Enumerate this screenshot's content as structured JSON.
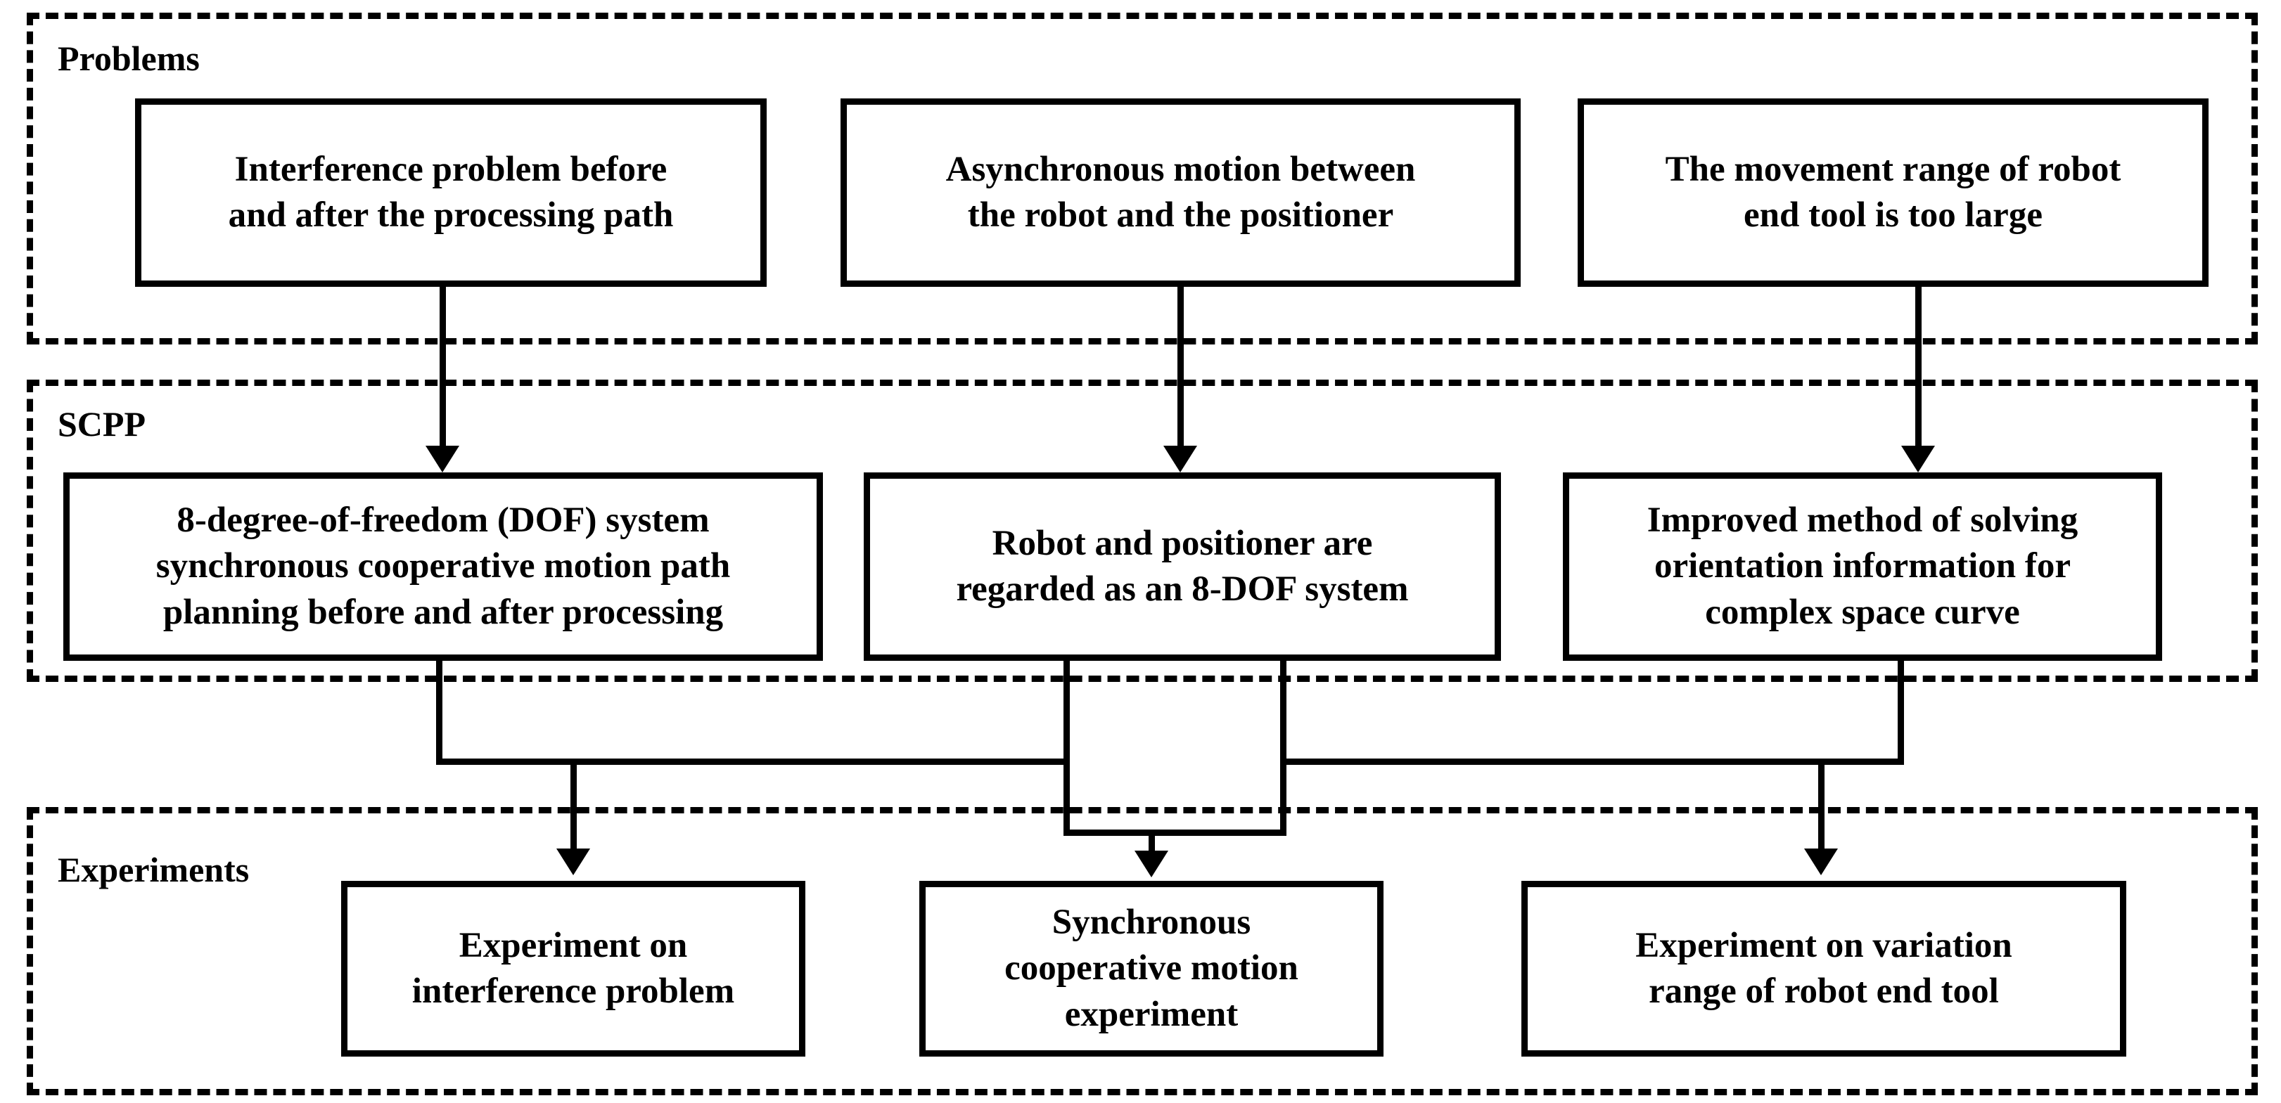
{
  "diagram": {
    "title": "Research framework flowchart: Problems, SCPP, Experiments",
    "line_color": "#000000",
    "background": "#ffffff",
    "groups": [
      {
        "id": "problems",
        "label": "Problems",
        "nodes": [
          {
            "id": "p1",
            "line1": "Interference problem before",
            "line2": "and after the processing path"
          },
          {
            "id": "p2",
            "line1": "Asynchronous motion between",
            "line2": "the robot and the positioner"
          },
          {
            "id": "p3",
            "line1": "The movement range of robot",
            "line2": "end tool is too large"
          }
        ]
      },
      {
        "id": "scpp",
        "label": "SCPP",
        "nodes": [
          {
            "id": "s1",
            "line1": "8-degree-of-freedom (DOF) system",
            "line2": "synchronous cooperative motion path",
            "line3": "planning before and after processing"
          },
          {
            "id": "s2",
            "line1": "Robot and positioner are",
            "line2": "regarded as an 8-DOF system",
            "line3": ""
          },
          {
            "id": "s3",
            "line1": "Improved method of solving",
            "line2": "orientation information for",
            "line3": "complex space curve"
          }
        ]
      },
      {
        "id": "experiments",
        "label": "Experiments",
        "nodes": [
          {
            "id": "e1",
            "line1": "Experiment on",
            "line2": "interference problem",
            "line3": ""
          },
          {
            "id": "e2",
            "line1": "Synchronous",
            "line2": "cooperative motion",
            "line3": "experiment"
          },
          {
            "id": "e3",
            "line1": "Experiment on variation",
            "line2": "range of robot end tool",
            "line3": ""
          }
        ]
      }
    ]
  }
}
